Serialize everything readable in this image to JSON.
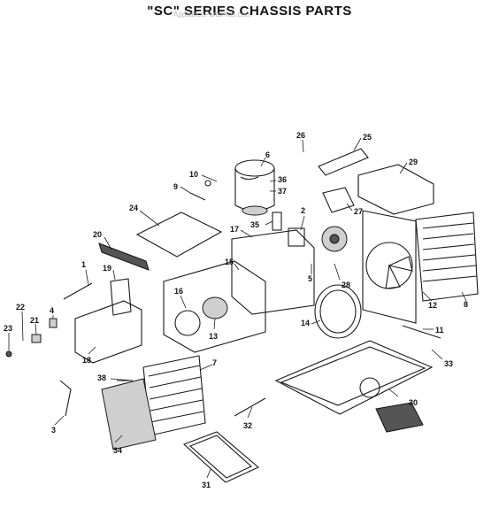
{
  "title": "\"SC\" SERIES CHASSIS PARTS",
  "watermark": "AppliancePartsPros.com",
  "callouts": [
    "1",
    "2",
    "3",
    "4",
    "5",
    "6",
    "7",
    "8",
    "9",
    "10",
    "11",
    "12",
    "13",
    "14",
    "15",
    "16",
    "17",
    "18",
    "19",
    "20",
    "21",
    "22",
    "23",
    "24",
    "25",
    "26",
    "27",
    "28",
    "29",
    "30",
    "31",
    "32",
    "33",
    "34",
    "35",
    "36",
    "37",
    "38"
  ],
  "icons": {
    "part-shape": "line-drawing",
    "leader": "thin-line"
  }
}
